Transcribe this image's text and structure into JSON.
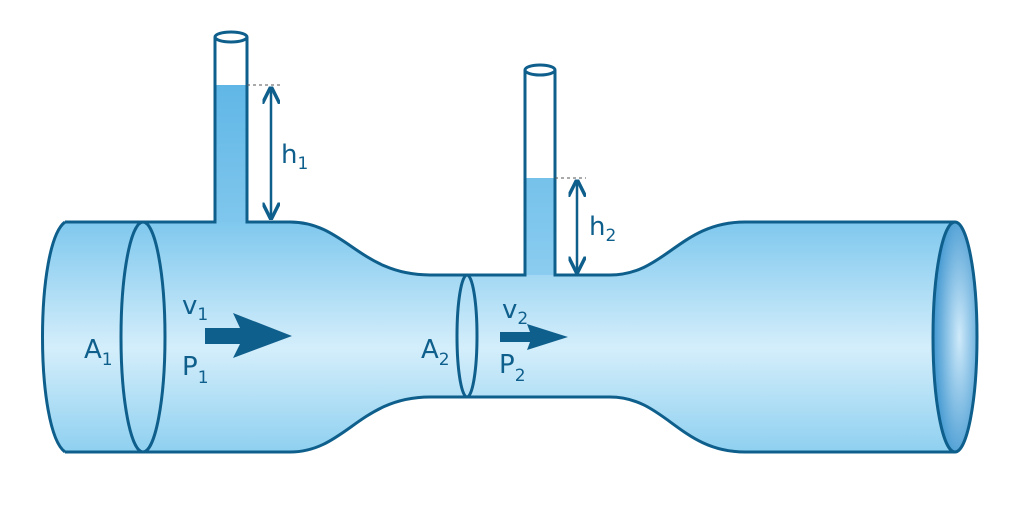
{
  "title": "Venturi meter",
  "labels": {
    "A1": {
      "main": "A",
      "sub": "1"
    },
    "A2": {
      "main": "A",
      "sub": "2"
    },
    "v1": {
      "main": "v",
      "sub": "1"
    },
    "v2": {
      "main": "v",
      "sub": "2"
    },
    "P1": {
      "main": "P",
      "sub": "1"
    },
    "P2": {
      "main": "P",
      "sub": "2"
    },
    "h1": {
      "main": "h",
      "sub": "1"
    },
    "h2": {
      "main": "h",
      "sub": "2"
    }
  },
  "colors": {
    "stroke": "#0f5f8c",
    "fluid_dark": "#6cbfe9",
    "fluid_light": "#d4eefb",
    "end_cap": "#4a9fd6"
  }
}
